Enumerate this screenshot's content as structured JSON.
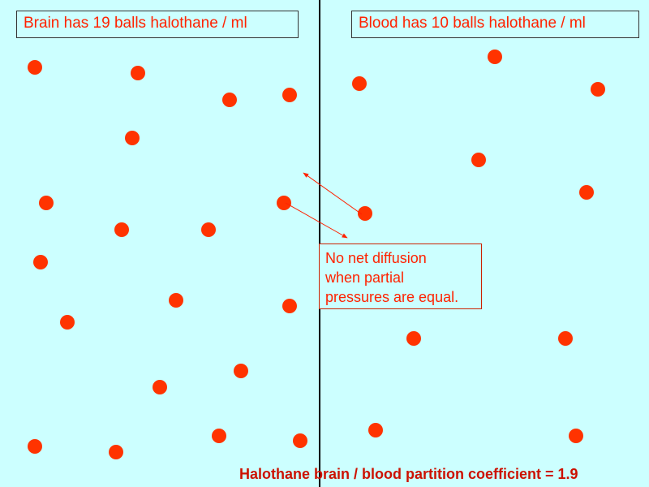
{
  "brain": {
    "label": "Brain has 19 balls halothane / ml",
    "ball_count": 19
  },
  "blood": {
    "label": "Blood has 10 balls halothane / ml",
    "ball_count": 10
  },
  "note": {
    "lines": [
      "No net diffusion",
      "when partial",
      "pressures are equal."
    ]
  },
  "footer": "Halothane brain / blood partition coefficient = 1.9",
  "colors": {
    "background": "#ccffff",
    "ball": "#ff3300",
    "text": "#ff2200",
    "divider": "#000000"
  }
}
